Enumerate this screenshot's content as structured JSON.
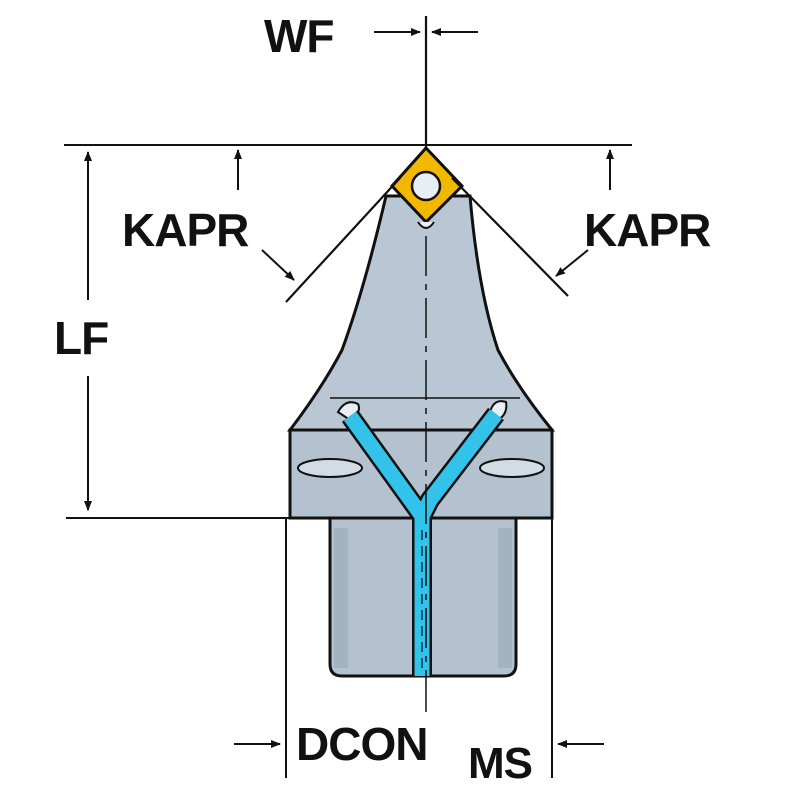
{
  "dimensions": {
    "wf": "WF",
    "kapr_left": "KAPR",
    "kapr_right": "KAPR",
    "lf": "LF",
    "dcon_main": "DCON",
    "dcon_sub": "MS"
  },
  "colors": {
    "line": "#111111",
    "body_fill": "#b9c6d3",
    "body_shade": "#a9b8c6",
    "shank_fill": "#b4c1ce",
    "insert": "#f2b800",
    "coolant": "#33c3ea",
    "background": "#ffffff"
  }
}
